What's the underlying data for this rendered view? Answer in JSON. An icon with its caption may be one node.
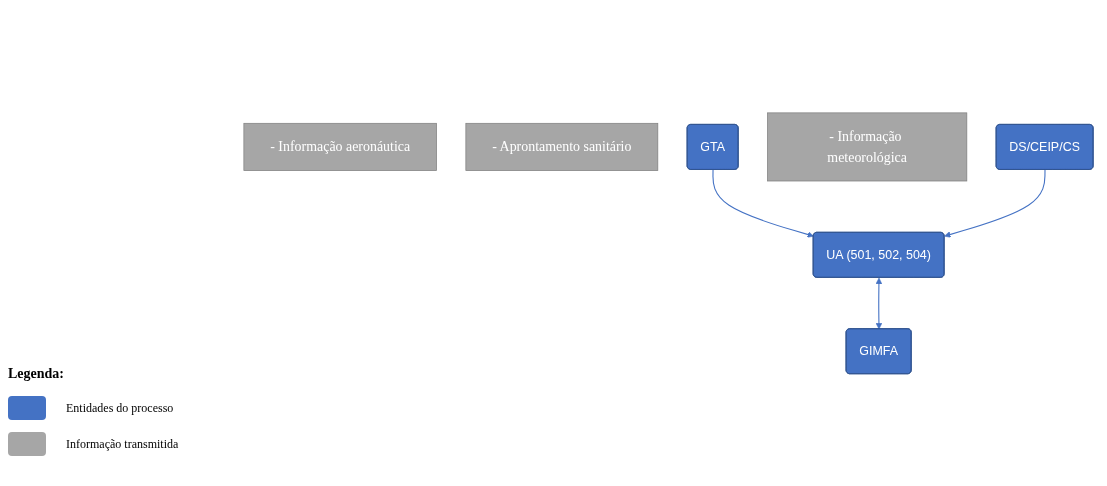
{
  "diagram": {
    "nodes": [
      {
        "text": [
          "- Informação aeronáutica"
        ]
      },
      {
        "text": [
          "UA (501, 502, 504)"
        ]
      },
      {
        "text": [
          "- Aprontamento sanitário"
        ]
      },
      {
        "text": [
          "GTA"
        ]
      },
      {
        "text": [
          "- Informação meteorológica"
        ]
      },
      {
        "text": [
          "DS/CEIP/CS"
        ]
      },
      {
        "text": [
          "GIMFA"
        ]
      }
    ],
    "edges": [
      {
        "from": 3,
        "to": 1,
        "arrow": "to"
      },
      {
        "from": 5,
        "to": 1,
        "arrow": "to"
      },
      {
        "from": 1,
        "to": 6,
        "arrow": "both"
      }
    ],
    "labels": [
      "Legenda:"
    ],
    "legend": [
      {
        "text": "Entidades do processo",
        "color": "#4472c4"
      },
      {
        "text": "Informação transmitida",
        "color": "#a6a6a6"
      }
    ]
  }
}
